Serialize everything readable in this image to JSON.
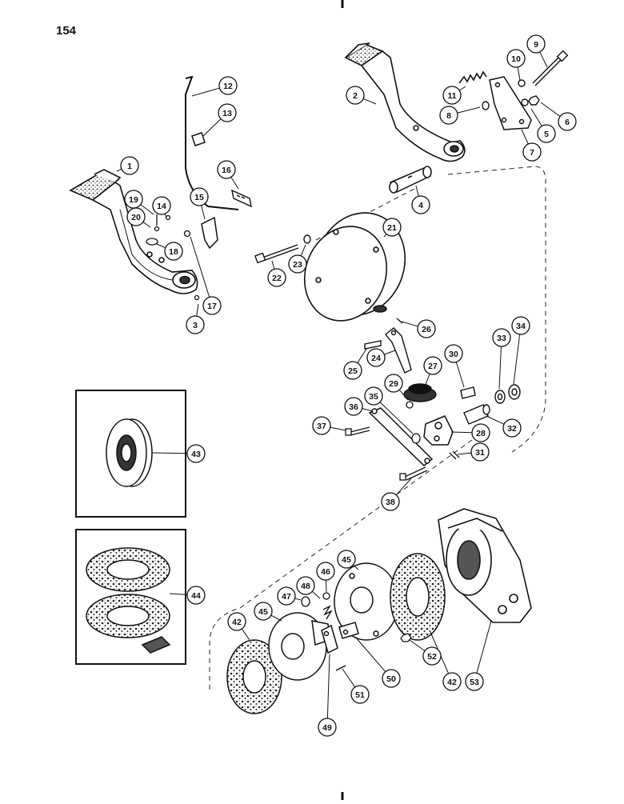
{
  "page": {
    "number": "154"
  },
  "callouts": [
    "1",
    "2",
    "3",
    "4",
    "5",
    "6",
    "7",
    "8",
    "9",
    "10",
    "11",
    "12",
    "13",
    "14",
    "15",
    "16",
    "17",
    "18",
    "19",
    "20",
    "21",
    "22",
    "23",
    "24",
    "25",
    "26",
    "27",
    "28",
    "29",
    "30",
    "31",
    "32",
    "33",
    "34",
    "35",
    "36",
    "37",
    "38",
    "42",
    "42",
    "43",
    "44",
    "45",
    "45",
    "46",
    "47",
    "48",
    "49",
    "50",
    "51",
    "52",
    "53"
  ],
  "colors": {
    "ink": "#111111",
    "paper": "#ffffff",
    "shade": "#777777"
  }
}
